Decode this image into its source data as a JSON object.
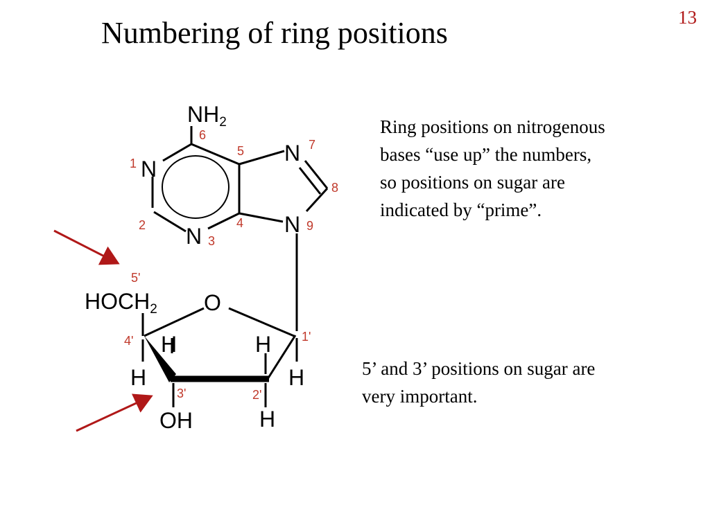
{
  "slide": {
    "number": "13",
    "title": "Numbering of ring positions"
  },
  "text": {
    "para1_lines": [
      "Ring positions on nitrogenous",
      "bases “use up” the numbers,",
      "so positions on sugar are",
      "indicated by “prime”."
    ],
    "para2_lines": [
      "5’ and 3’ positions on sugar are",
      "very important."
    ]
  },
  "molecule": {
    "atoms": {
      "nh2_main": "NH",
      "nh2_sub": "2",
      "n1": "N",
      "n3": "N",
      "n7": "N",
      "n9": "N",
      "hoch2_main": "HOCH",
      "hoch2_sub": "2",
      "o_ring": "O",
      "oh": "OH",
      "h_c4_top": "H",
      "h_c4_bottom": "H",
      "h_c3_top": "H",
      "h_c2_top": "H",
      "h_c1_bottom": "H",
      "h_c2_bottom": "H"
    },
    "base_numbers": [
      "1",
      "2",
      "3",
      "4",
      "5",
      "6",
      "7",
      "8",
      "9"
    ],
    "sugar_numbers": [
      "1'",
      "2'",
      "3'",
      "4'",
      "5'"
    ]
  },
  "colors": {
    "number_red": "#c0392b",
    "arrow_red": "#b01818",
    "slide_number_red": "#b01818"
  }
}
